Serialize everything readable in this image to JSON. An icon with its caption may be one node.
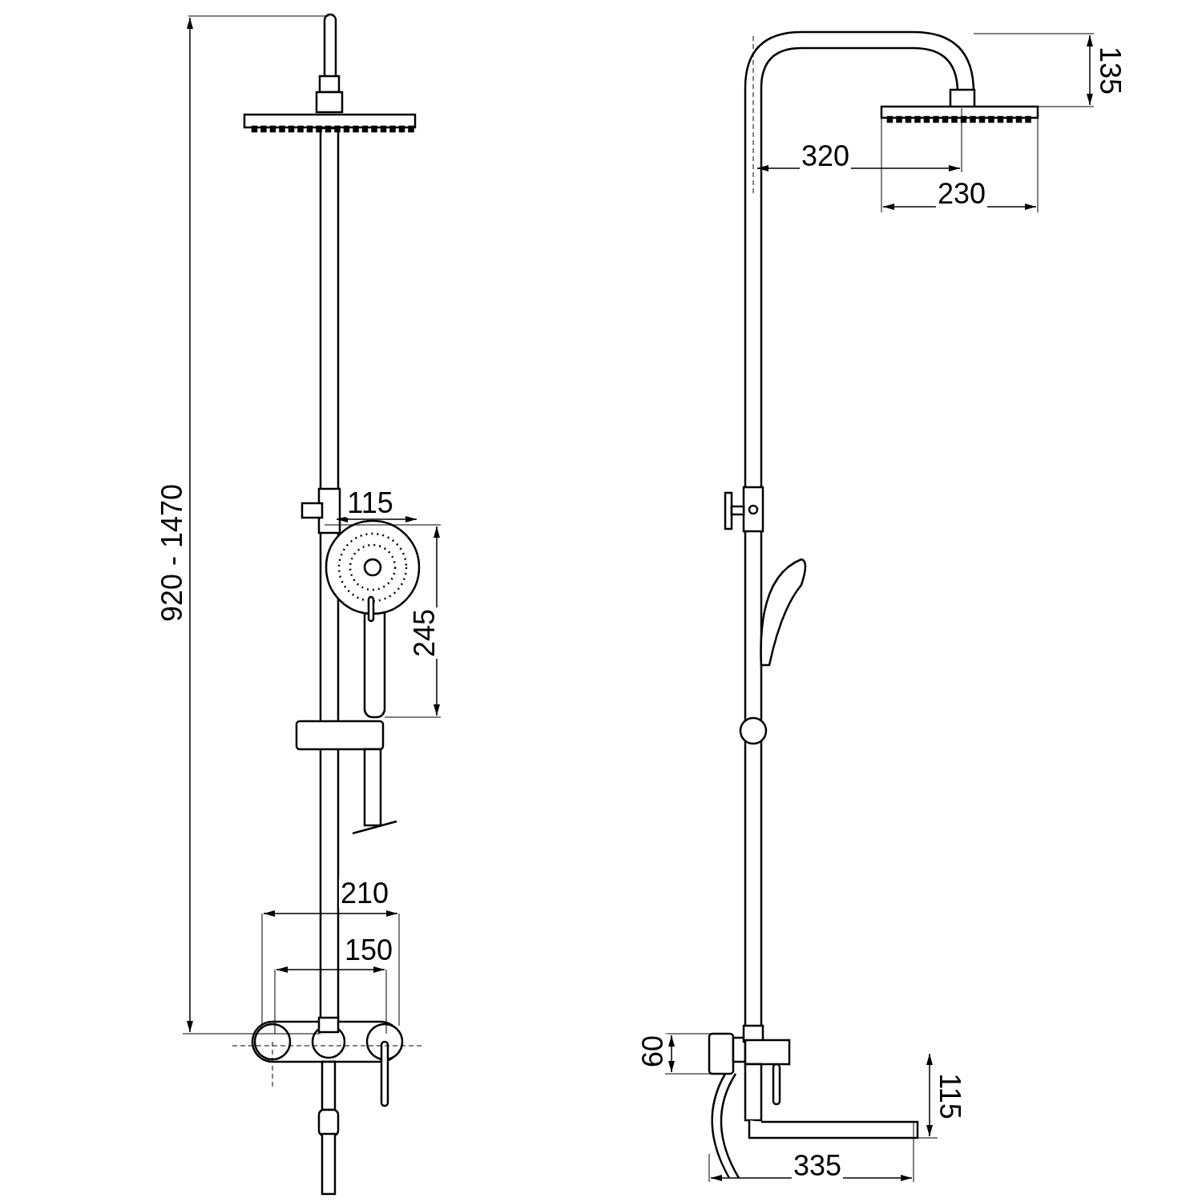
{
  "diagram": {
    "labels": [
      "135",
      "320",
      "230",
      "115",
      "920 - 1470",
      "245",
      "210",
      "150",
      "60",
      "115",
      "335"
    ]
  }
}
